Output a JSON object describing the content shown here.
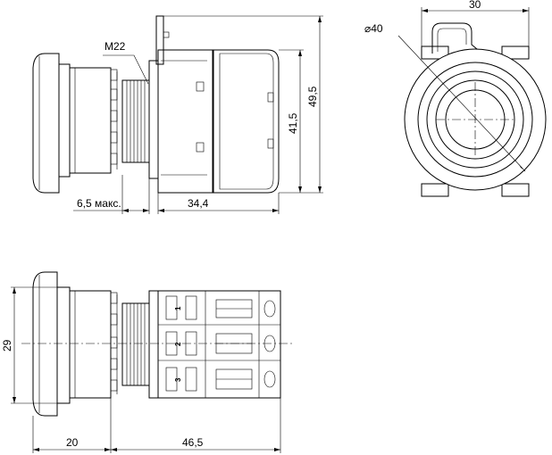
{
  "side_view": {
    "thread_label": "M22",
    "dim_protrusion": "6,5 макс.",
    "dim_body_depth": "34,4",
    "dim_height_small": "41,5",
    "dim_height_total": "49,5"
  },
  "front_view": {
    "dim_width": "30",
    "dim_diameter": "⌀40"
  },
  "bottom_view": {
    "dim_head_height": "29",
    "dim_head_length": "20",
    "dim_body_length": "46,5",
    "terminal_labels": [
      "1",
      "2",
      "3"
    ]
  }
}
